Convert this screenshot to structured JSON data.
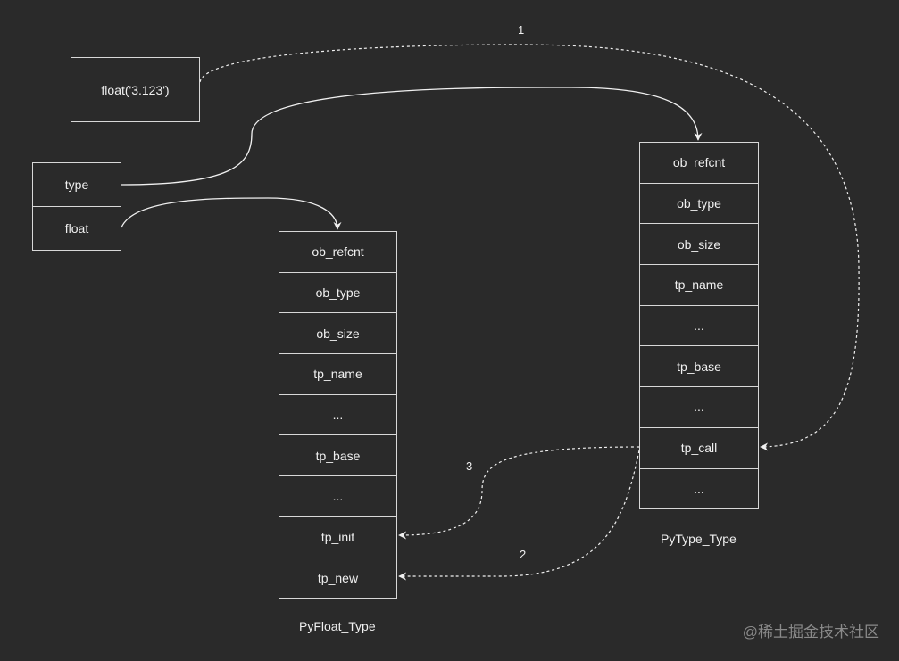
{
  "call_box": {
    "label": "float('3.123')"
  },
  "names_box": {
    "items": [
      {
        "label": "type"
      },
      {
        "label": "float"
      }
    ]
  },
  "pyfloat_type": {
    "title": "PyFloat_Type",
    "fields": [
      {
        "label": "ob_refcnt"
      },
      {
        "label": "ob_type"
      },
      {
        "label": "ob_size"
      },
      {
        "label": "tp_name"
      },
      {
        "label": "..."
      },
      {
        "label": "tp_base"
      },
      {
        "label": "..."
      },
      {
        "label": "tp_init"
      },
      {
        "label": "tp_new"
      }
    ]
  },
  "pytype_type": {
    "title": "PyType_Type",
    "fields": [
      {
        "label": "ob_refcnt"
      },
      {
        "label": "ob_type"
      },
      {
        "label": "ob_size"
      },
      {
        "label": "tp_name"
      },
      {
        "label": "..."
      },
      {
        "label": "tp_base"
      },
      {
        "label": "..."
      },
      {
        "label": "tp_call"
      },
      {
        "label": "..."
      }
    ]
  },
  "steps": {
    "one": "1",
    "two": "2",
    "three": "3"
  },
  "watermark": "@稀土掘金技术社区",
  "colors": {
    "background": "#2a2a2a",
    "line": "#d8d8d8",
    "text": "#f0f0f0"
  }
}
